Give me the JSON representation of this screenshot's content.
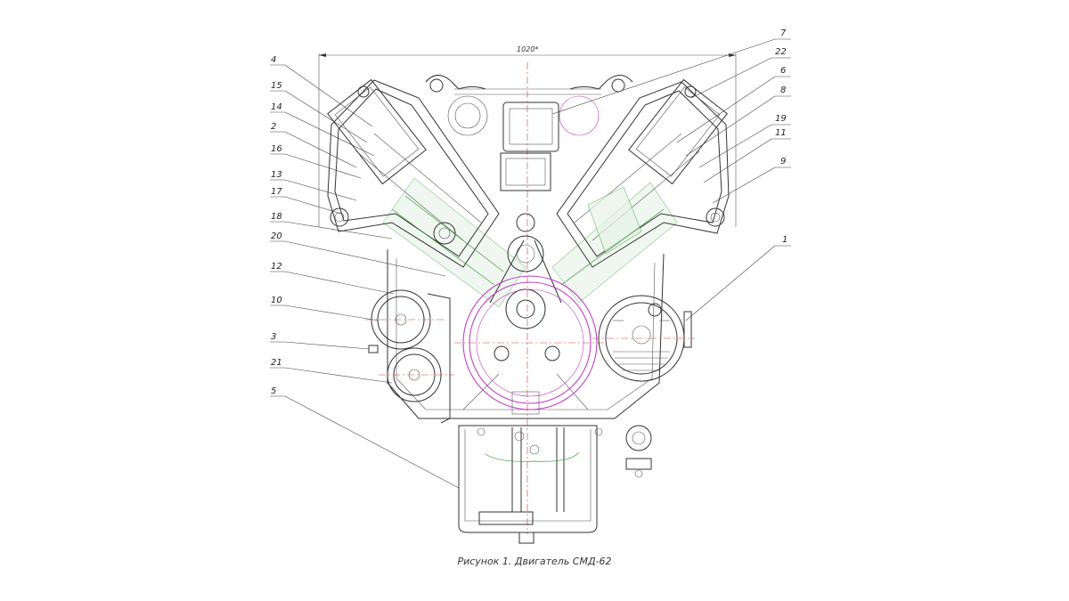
{
  "dimension": {
    "overall_width": "1020*"
  },
  "callouts_left": [
    "4",
    "15",
    "14",
    "2",
    "16",
    "13",
    "17",
    "18",
    "20",
    "12",
    "10",
    "3",
    "21",
    "5"
  ],
  "callouts_right": [
    "7",
    "22",
    "6",
    "8",
    "19",
    "11",
    "9",
    "1"
  ],
  "caption": "Рисунок 1. Двигатель СМД-62"
}
